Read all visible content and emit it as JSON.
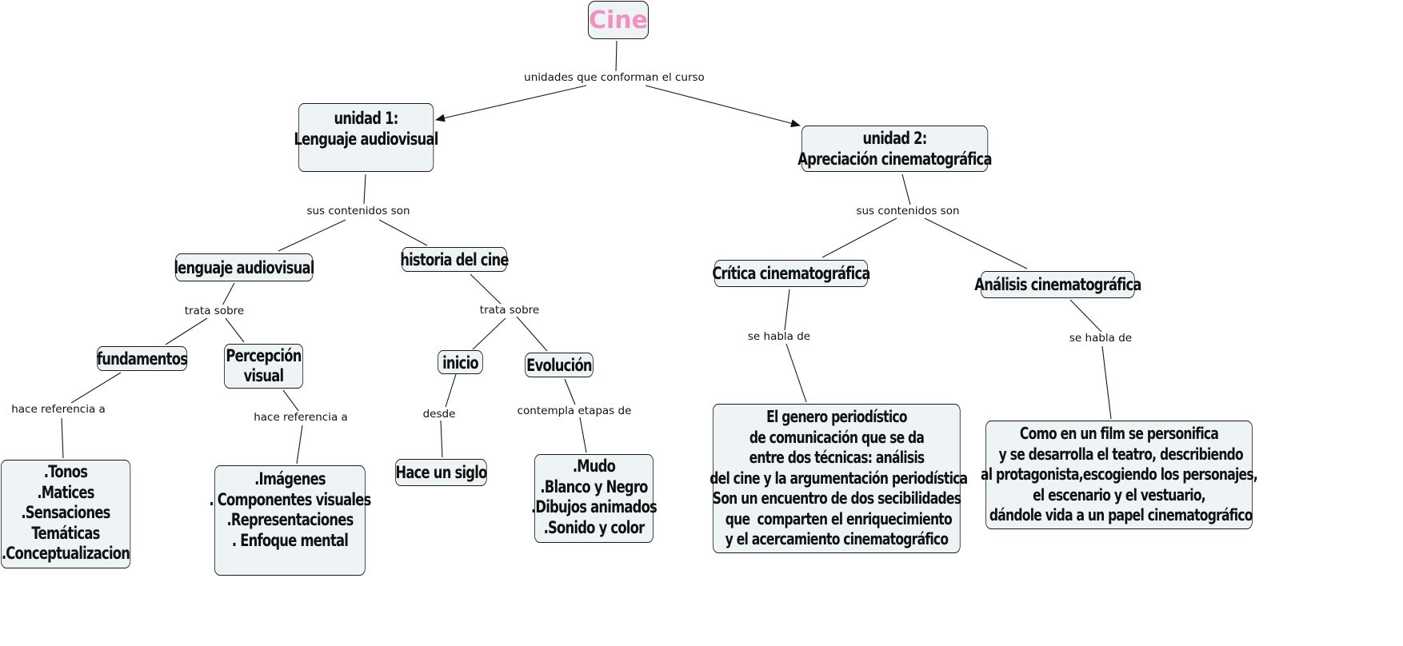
{
  "map": {
    "root": {
      "id": "cine",
      "text": "Cine",
      "color": "#f48fc0"
    },
    "nodes": [
      {
        "id": "cine",
        "text": "Cine"
      },
      {
        "id": "u1",
        "text": "unidad 1:\nLenguaje audiovisual"
      },
      {
        "id": "u2",
        "text": "unidad 2:\nApreciación cinematográfica"
      },
      {
        "id": "lenguaje",
        "text": "lenguaje audiovisual"
      },
      {
        "id": "historia",
        "text": "historia del cine"
      },
      {
        "id": "fundamentos",
        "text": "fundamentos"
      },
      {
        "id": "percepcion",
        "text": "Percepción\nvisual"
      },
      {
        "id": "inicio",
        "text": "inicio"
      },
      {
        "id": "evolucion",
        "text": "Evolución"
      },
      {
        "id": "tonos",
        "text": ".Tonos\n.Matices\n.Sensaciones\nTemáticas\n.Conceptualizacion"
      },
      {
        "id": "imagenes",
        "text": ".Imágenes\n. Componentes visuales\n.Representaciones\n. Enfoque mental"
      },
      {
        "id": "siglo",
        "text": "Hace un siglo"
      },
      {
        "id": "etapas",
        "text": ".Mudo\n.Blanco y Negro\n.Dibujos animados\n.Sonido y color"
      },
      {
        "id": "critica",
        "text": "Crítica cinematográfica"
      },
      {
        "id": "analisis",
        "text": "Análisis cinematográfica"
      },
      {
        "id": "genero",
        "text": "El genero periodístico\nde comunicación que se da\nentre dos técnicas: análisis\n del cine y la argumentación periodística\nSon un encuentro de dos secibilidades\n que  comparten el enriquecimiento\ny el acercamiento cinematográfico"
      },
      {
        "id": "film",
        "text": "Como en un film se personifica\n y se desarrolla el teatro, describiendo\nal protagonista,escogiendo los personajes,\nel escenario y el vestuario,\n dándole vida a un papel cinematográfico"
      }
    ],
    "linking_phrases": [
      {
        "id": "lp_unidades",
        "text": "unidades que conforman el curso"
      },
      {
        "id": "lp_u1_contenidos",
        "text": "sus contenidos son"
      },
      {
        "id": "lp_u2_contenidos",
        "text": "sus contenidos son"
      },
      {
        "id": "lp_leng_trata",
        "text": "trata sobre"
      },
      {
        "id": "lp_hist_trata",
        "text": "trata sobre"
      },
      {
        "id": "lp_fund_ref",
        "text": "hace referencia a"
      },
      {
        "id": "lp_perc_ref",
        "text": "hace referencia a"
      },
      {
        "id": "lp_desde",
        "text": "desde"
      },
      {
        "id": "lp_contempla",
        "text": "contempla etapas de"
      },
      {
        "id": "lp_critica_habla",
        "text": "se habla de"
      },
      {
        "id": "lp_analisis_habla",
        "text": "se habla de"
      }
    ],
    "connections": [
      {
        "from": "cine",
        "via": "lp_unidades",
        "to": [
          "u1",
          "u2"
        ],
        "arrow": true
      },
      {
        "from": "u1",
        "via": "lp_u1_contenidos",
        "to": [
          "lenguaje",
          "historia"
        ],
        "arrow": false
      },
      {
        "from": "u2",
        "via": "lp_u2_contenidos",
        "to": [
          "critica",
          "analisis"
        ],
        "arrow": false
      },
      {
        "from": "lenguaje",
        "via": "lp_leng_trata",
        "to": [
          "fundamentos",
          "percepcion"
        ],
        "arrow": false
      },
      {
        "from": "historia",
        "via": "lp_hist_trata",
        "to": [
          "inicio",
          "evolucion"
        ],
        "arrow": false
      },
      {
        "from": "fundamentos",
        "via": "lp_fund_ref",
        "to": [
          "tonos"
        ],
        "arrow": false
      },
      {
        "from": "percepcion",
        "via": "lp_perc_ref",
        "to": [
          "imagenes"
        ],
        "arrow": false
      },
      {
        "from": "inicio",
        "via": "lp_desde",
        "to": [
          "siglo"
        ],
        "arrow": false
      },
      {
        "from": "evolucion",
        "via": "lp_contempla",
        "to": [
          "etapas"
        ],
        "arrow": false
      },
      {
        "from": "critica",
        "via": "lp_critica_habla",
        "to": [
          "genero"
        ],
        "arrow": false
      },
      {
        "from": "analisis",
        "via": "lp_analisis_habla",
        "to": [
          "film"
        ],
        "arrow": false
      }
    ]
  }
}
